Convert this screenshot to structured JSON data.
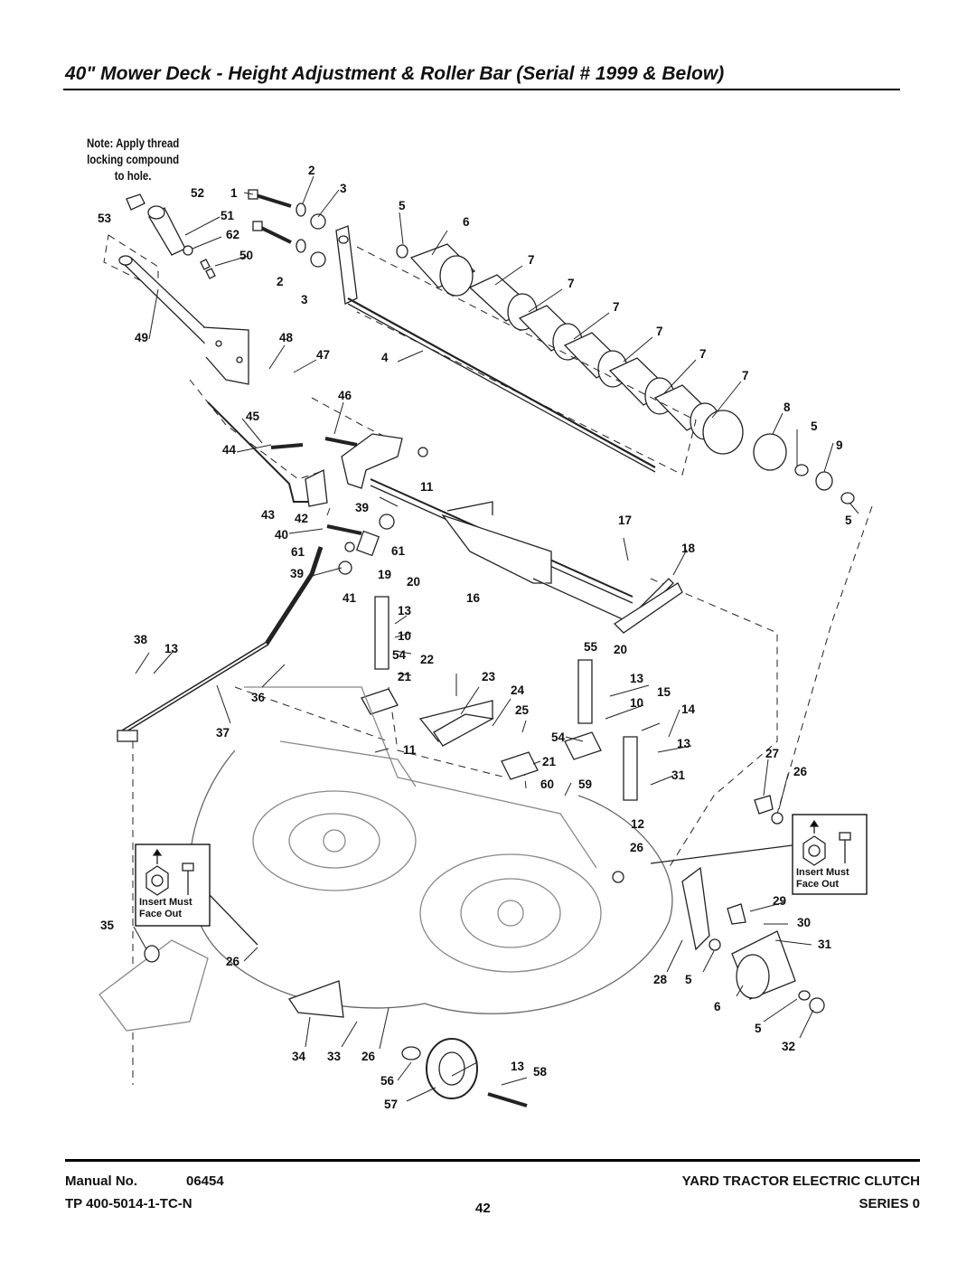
{
  "title": "40\" Mower Deck - Height Adjustment & Roller Bar (Serial # 1999 & Below)",
  "note": [
    "Note: Apply thread",
    "locking compound",
    "to hole."
  ],
  "insert_note": [
    "Insert Must",
    "Face Out"
  ],
  "callouts": [
    "1",
    "2",
    "3",
    "2",
    "3",
    "4",
    "5",
    "6",
    "7",
    "7",
    "7",
    "7",
    "7",
    "7",
    "8",
    "5",
    "9",
    "5",
    "10",
    "10",
    "11",
    "11",
    "12",
    "13",
    "13",
    "13",
    "13",
    "13",
    "14",
    "15",
    "16",
    "17",
    "18",
    "19",
    "20",
    "20",
    "21",
    "21",
    "22",
    "23",
    "24",
    "25",
    "26",
    "26",
    "26",
    "26",
    "27",
    "28",
    "29",
    "30",
    "31",
    "31",
    "32",
    "5",
    "6",
    "5",
    "33",
    "34",
    "35",
    "36",
    "37",
    "38",
    "39",
    "39",
    "40",
    "41",
    "42",
    "43",
    "44",
    "45",
    "46",
    "47",
    "48",
    "49",
    "50",
    "51",
    "52",
    "53",
    "54",
    "54",
    "55",
    "56",
    "57",
    "58",
    "59",
    "60",
    "61",
    "61",
    "62"
  ],
  "footer": {
    "manual_label": "Manual No.",
    "manual_no": "06454",
    "tp": "TP 400-5014-1-TC-N",
    "page": "42",
    "product": "YARD TRACTOR ELECTRIC CLUTCH",
    "series": "SERIES 0"
  }
}
